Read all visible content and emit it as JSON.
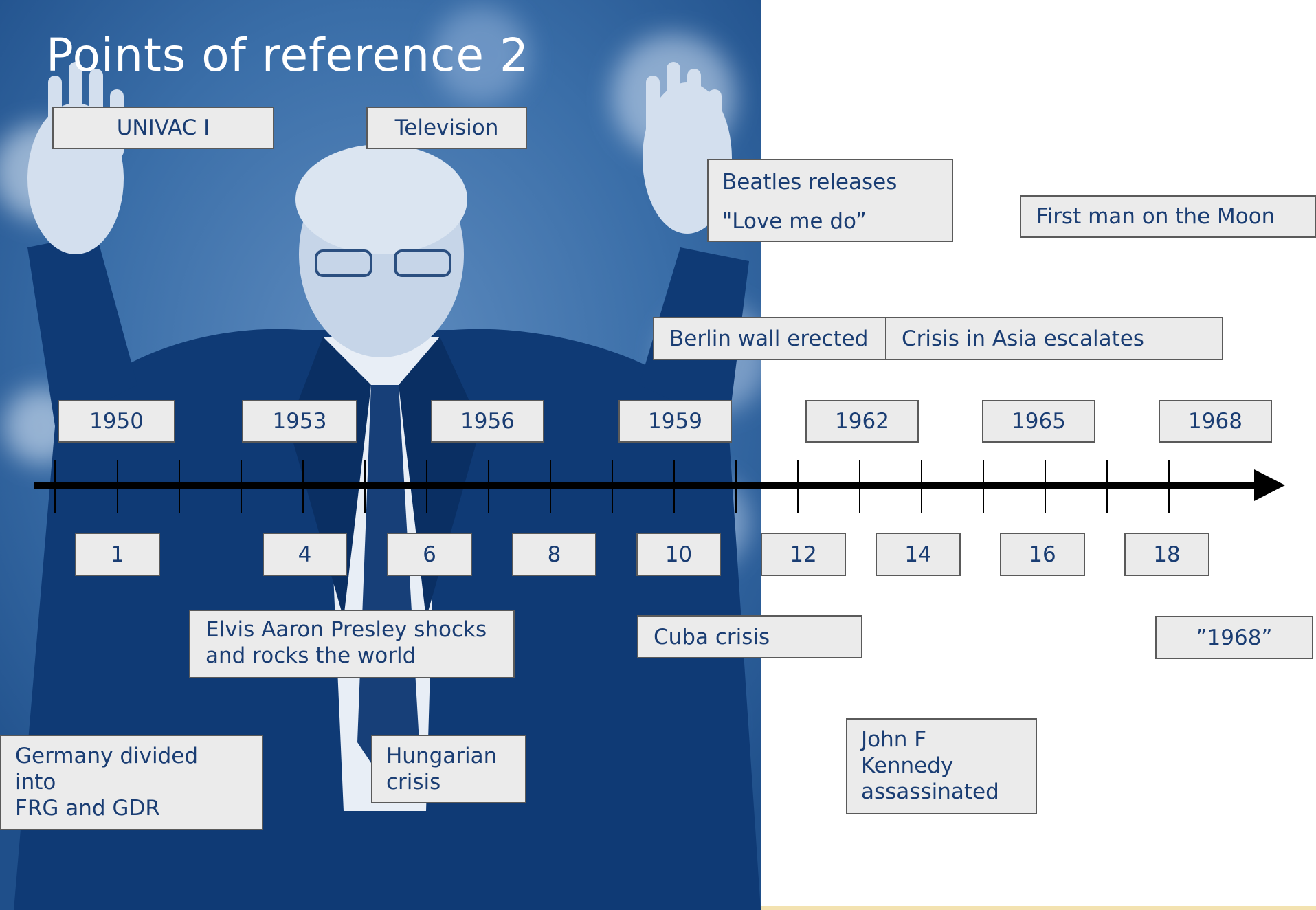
{
  "title": "Points of reference 2",
  "colors": {
    "photo_tint": "#1f5a97",
    "box_fill": "#ebebeb",
    "box_border": "#5a5a5a",
    "box_text": "#1a3d73",
    "axis": "#000000",
    "title": "#ffffff"
  },
  "background_photo": "duotone-blue-photo-of-man-raising-hands",
  "year_labels": [
    "1950",
    "1953",
    "1956",
    "1959",
    "1962",
    "1965",
    "1968"
  ],
  "age_labels": [
    "1",
    "4",
    "6",
    "8",
    "10",
    "12",
    "14",
    "16",
    "18"
  ],
  "events": {
    "univac": "UNIVAC I",
    "television": "Television",
    "beatles_line1": "Beatles releases",
    "beatles_line2": "\"Love me do”",
    "moon": "First man on the Moon",
    "berlin": "Berlin wall erected",
    "asia": "Crisis in Asia escalates",
    "elvis_line1": "Elvis Aaron Presley shocks",
    "elvis_line2": "and rocks the world",
    "cuba": "Cuba crisis",
    "y1968": "”1968”",
    "germany_line1": "Germany divided",
    "germany_line2": "into",
    "germany_line3": "FRG and GDR",
    "hungary_line1": "Hungarian",
    "hungary_line2": "crisis",
    "jfk_line1": "John F",
    "jfk_line2": "Kennedy",
    "jfk_line3": "assassinated"
  }
}
